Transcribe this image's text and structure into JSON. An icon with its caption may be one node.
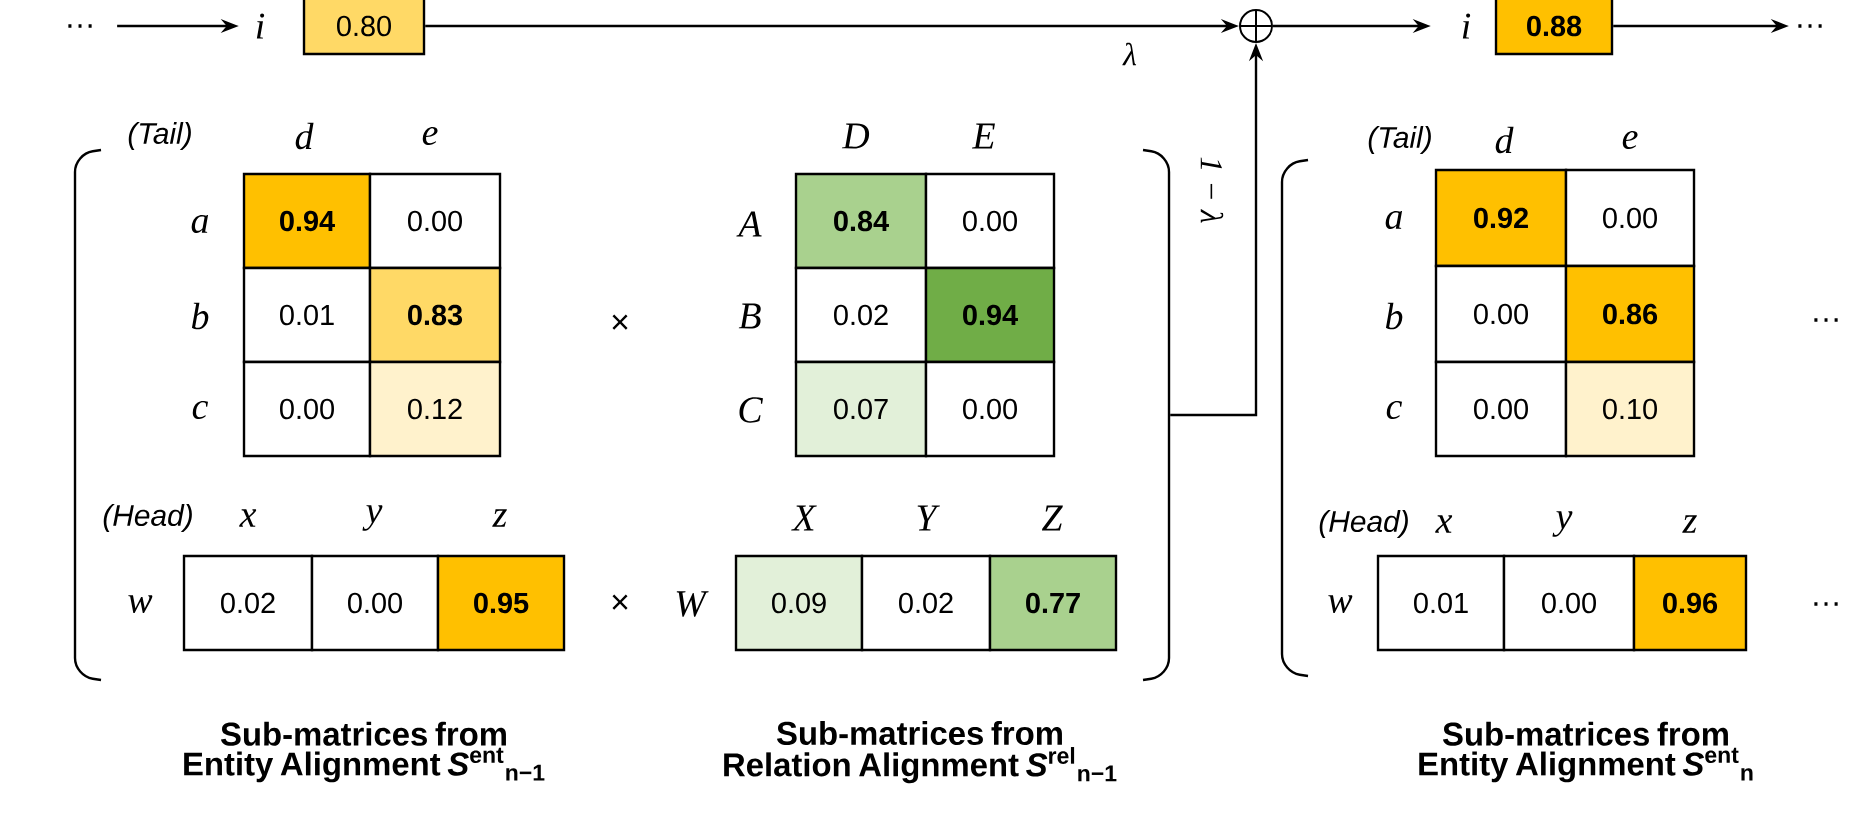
{
  "diagram": {
    "nodes": [
      {
        "text": [
          "…"
        ]
      },
      {
        "text": [
          "0.80"
        ],
        "beside": [
          "i"
        ]
      },
      {
        "text": [],
        "shape": "circle"
      },
      {
        "text": [
          "0.88"
        ],
        "beside": [
          "i"
        ]
      },
      {
        "text": [
          "…"
        ]
      },
      {
        "text": [],
        "shape": "bracket"
      }
    ],
    "edges": [
      {
        "from": 0,
        "to": 1,
        "arrow": "to"
      },
      {
        "from": 1,
        "to": 2,
        "arrow": "to",
        "label": "λ"
      },
      {
        "from": 5,
        "to": 2,
        "arrow": "to",
        "label": "1 − λ"
      },
      {
        "from": 2,
        "to": 3,
        "arrow": "to"
      },
      {
        "from": 3,
        "to": 4,
        "arrow": "to"
      }
    ],
    "labels": [
      "(Tail)",
      "d",
      "e",
      "D",
      "E",
      "(Tail)",
      "d",
      "e",
      "a",
      "0.94",
      "0.00",
      "A",
      "0.84",
      "0.00",
      "a",
      "0.92",
      "0.00",
      "b",
      "0.01",
      "0.83",
      "×",
      "B",
      "0.02",
      "0.94",
      "b",
      "0.00",
      "0.86",
      "…",
      "c",
      "0.00",
      "0.12",
      "C",
      "0.07",
      "0.00",
      "c",
      "0.00",
      "0.10",
      "(Head)",
      "x",
      "y",
      "z",
      "X",
      "Y",
      "Z",
      "(Head)",
      "x",
      "y",
      "z",
      "w",
      "0.02",
      "0.00",
      "0.95",
      "×",
      "W",
      "0.09",
      "0.02",
      "0.77",
      "w",
      "0.01",
      "0.00",
      "0.96",
      "…",
      "Sub-matrices from Entity Alignment *S*$^{ent}$$_{n−1}$",
      "Sub-matrices from Relation Alignment *S*$^{rel}$$_{n−1}$",
      "Sub-matrices from Entity Alignment *S*$^{ent}$$_{n}$"
    ]
  }
}
